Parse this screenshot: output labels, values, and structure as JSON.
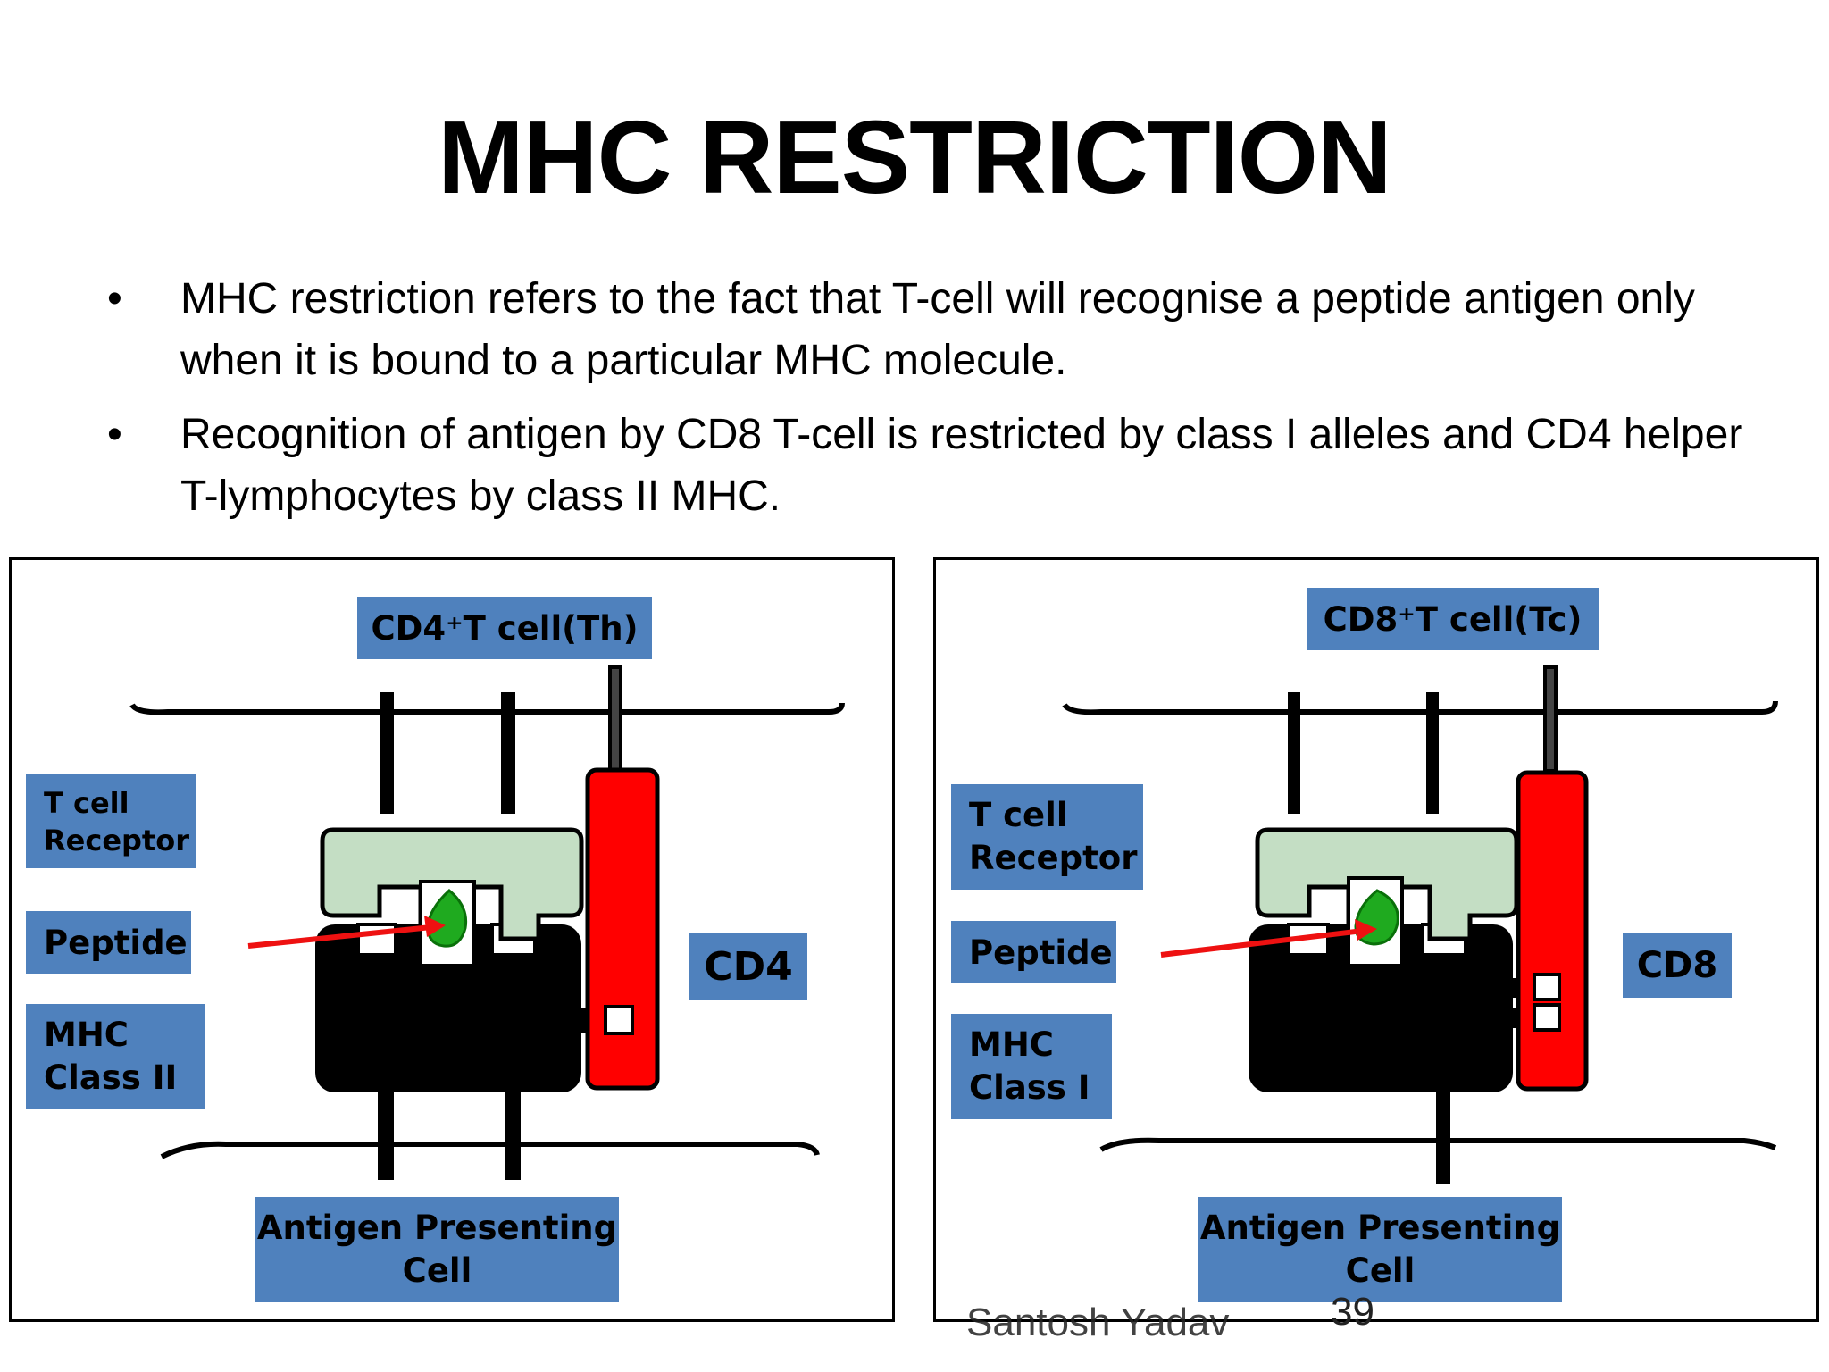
{
  "slide": {
    "title": "MHC RESTRICTION",
    "bullets": [
      "MHC restriction refers to the fact that T-cell will recognise a peptide antigen only when it is bound to a particular MHC molecule.",
      "Recognition of antigen by CD8 T-cell is restricted by class I alleles and CD4 helper T-lymphocytes by class II MHC."
    ],
    "bullet_marker": "•",
    "footer_author": "Santosh Yadav",
    "page_number": "39"
  },
  "left_panel": {
    "t_cell_label": "CD4⁺T cell(Th)",
    "tcr_label": "T cell\nReceptor",
    "peptide_label": "Peptide",
    "mhc_label": "MHC\nClass II",
    "coreceptor_label": "CD4",
    "apc_label": "Antigen Presenting\nCell"
  },
  "right_panel": {
    "t_cell_label": "CD8⁺T cell(Tc)",
    "tcr_label": "T cell\nReceptor",
    "peptide_label": "Peptide",
    "mhc_label": "MHC\nClass I",
    "coreceptor_label": "CD8",
    "apc_label": "Antigen Presenting\nCell"
  },
  "colors": {
    "label_bg": "#4f81bd",
    "tcr": "#c4dec4",
    "mhc": "#000000",
    "coreceptor": "#ff0000",
    "peptide": "#1faa1f",
    "arrow": "#ee1111"
  }
}
